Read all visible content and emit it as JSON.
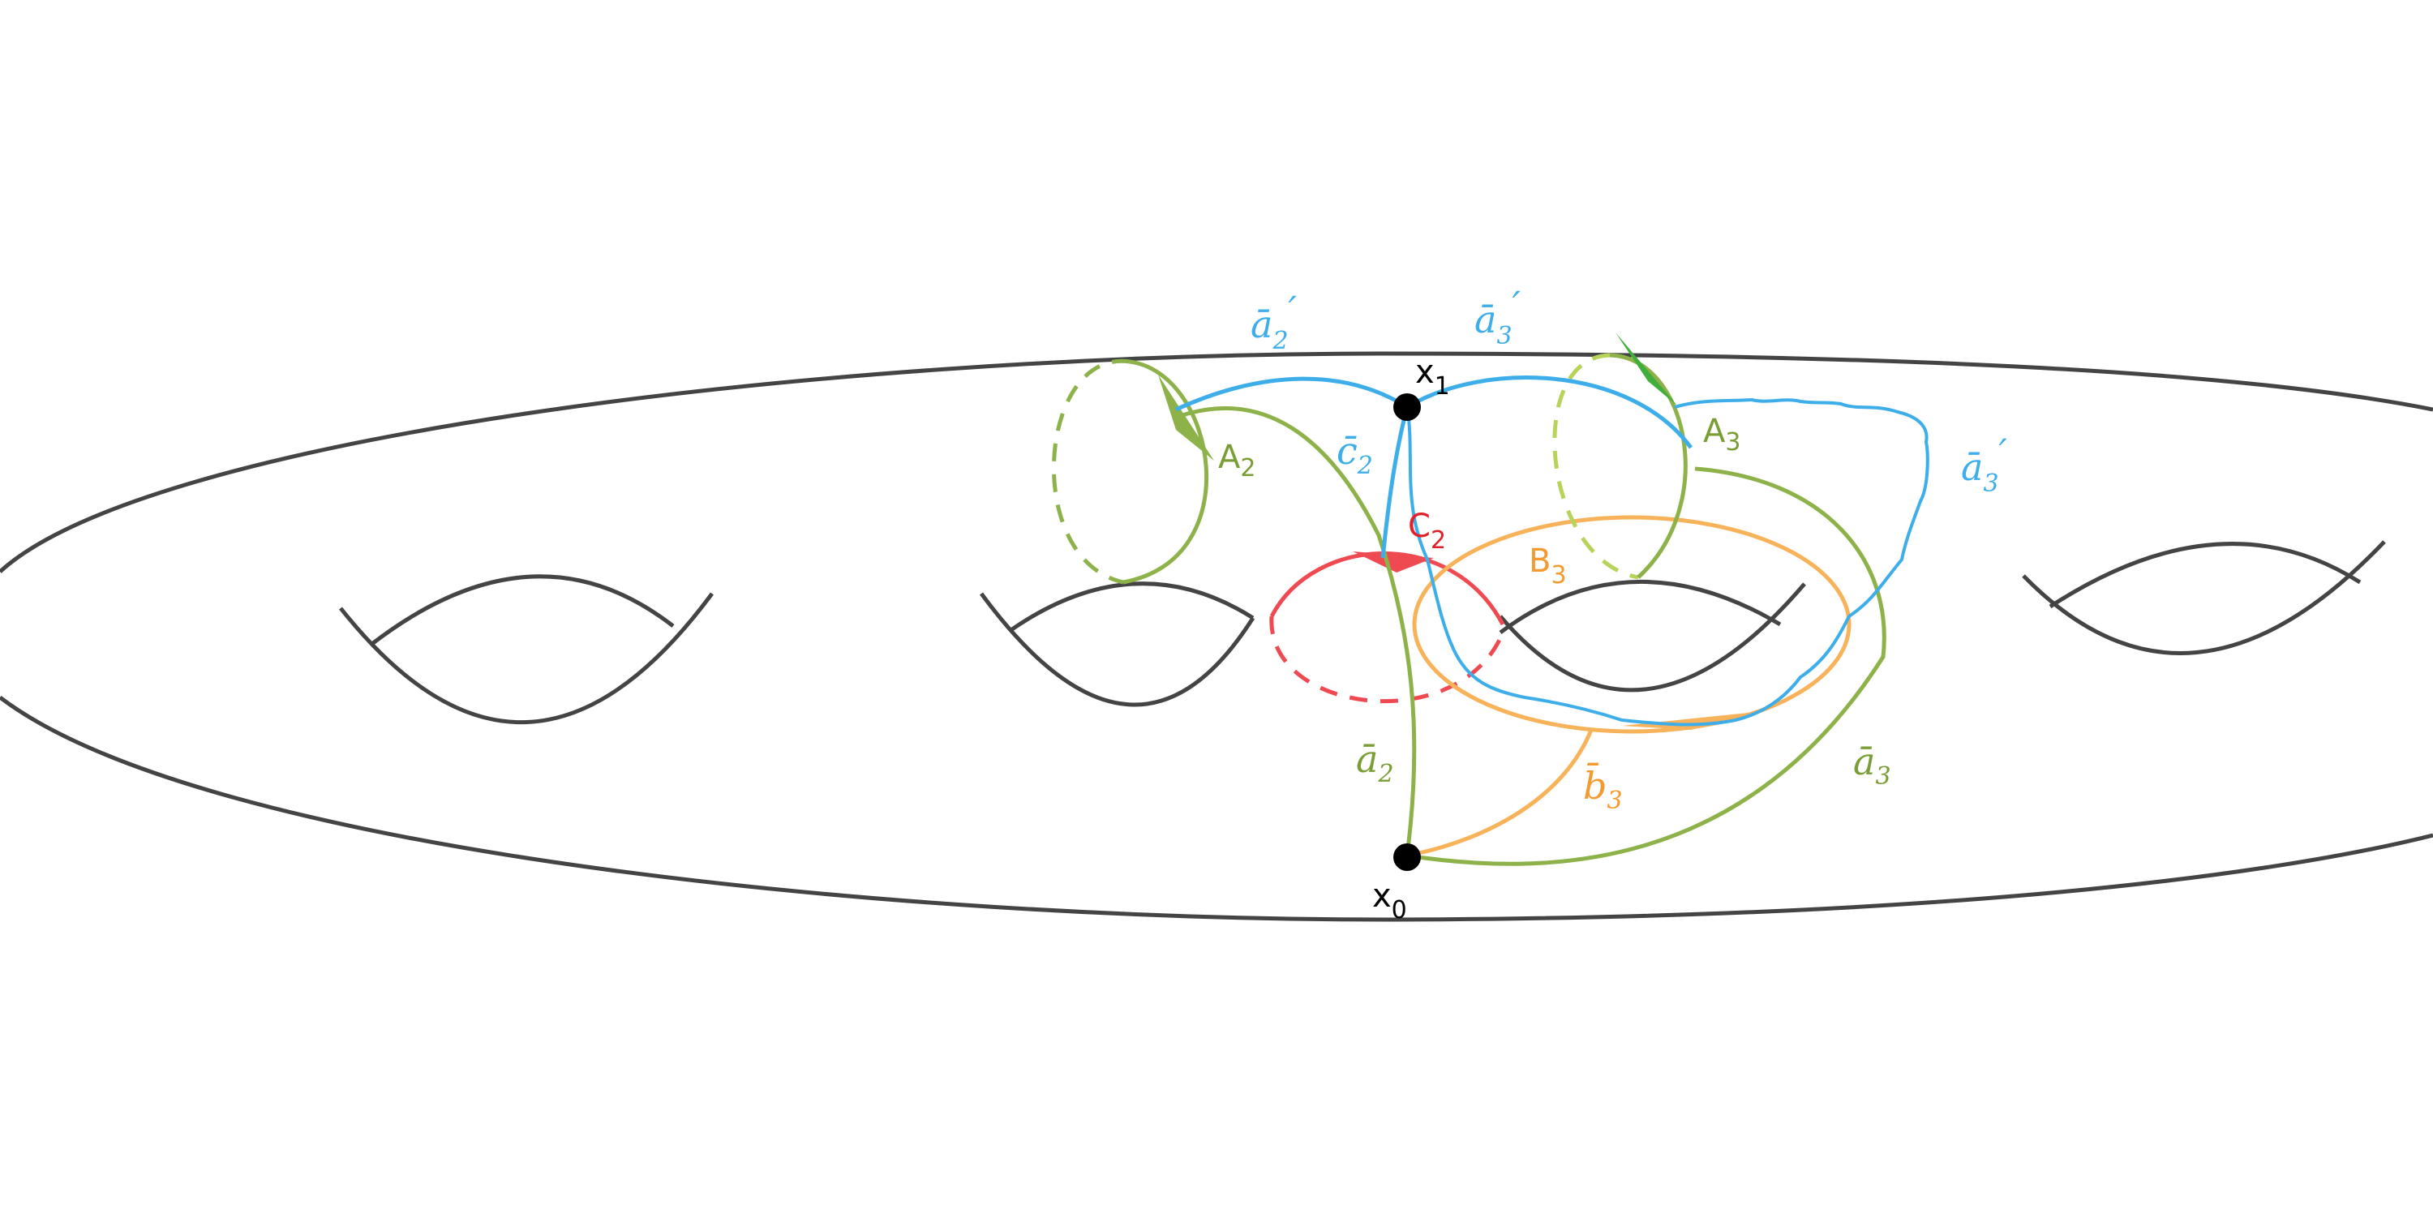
{
  "colors": {
    "surface": "#444444",
    "green": "#8db24a",
    "green_light": "#b7d35a",
    "green_arrow": "#3fae3a",
    "blue": "#3daee9",
    "red": "#ef4a52",
    "orange": "#f7b25a",
    "point": "#000000"
  },
  "points": {
    "x0": {
      "base": "x",
      "sub": "0"
    },
    "x1": {
      "base": "x",
      "sub": "1"
    }
  },
  "labels": {
    "a2_prime": {
      "base": "ā",
      "sub": "2",
      "sup": "′"
    },
    "a3_prime_top": {
      "base": "ā",
      "sub": "3",
      "sup": "′"
    },
    "a3_prime_right": {
      "base": "ā",
      "sub": "3",
      "sup": "′"
    },
    "A2": {
      "base": "A",
      "sub": "2"
    },
    "A3": {
      "base": "A",
      "sub": "3"
    },
    "c2_bar": {
      "base": "c̄",
      "sub": "2"
    },
    "C2": {
      "base": "C",
      "sub": "2"
    },
    "B3": {
      "base": "B",
      "sub": "3"
    },
    "a2_bar": {
      "base": "ā",
      "sub": "2"
    },
    "b3_bar": {
      "base": "b̄",
      "sub": "3"
    },
    "a3_bar": {
      "base": "ā",
      "sub": "3"
    }
  }
}
